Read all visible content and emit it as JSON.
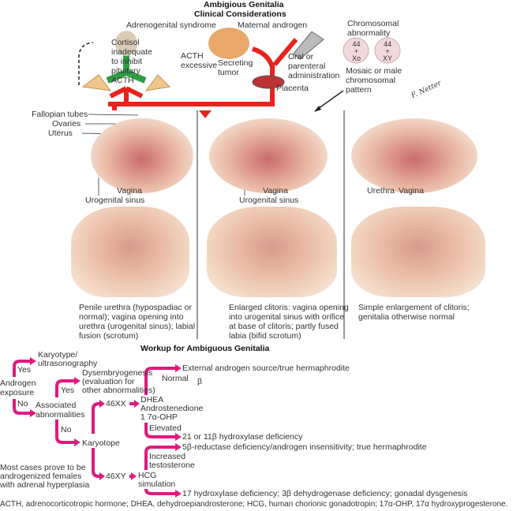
{
  "title": {
    "line1": "Ambigious Genitalia",
    "line2": "Clinical Considerations"
  },
  "top": {
    "adrenogenital": "Adrenogenital syndrome",
    "cortisol": "Cortisol\ninadequate\nto inhibit\npituitary\nACTH",
    "acth": "ACTH\nexcessive",
    "maternal": "Maternal androgen",
    "tumor": "Secreting\ntumor",
    "oral": "Oral or\nparenteral\nadministration",
    "placenta": "Placenta",
    "chromosomal": "Chromosomal\nabnormality",
    "karyo1": "44\n+\nXo",
    "karyo2": "44\n+\nXY",
    "mosaic": "Mosaic or male\nchromosomal\npattern",
    "signature": "F. Netter"
  },
  "anatomy": {
    "col1": {
      "fallopian": "Fallopian tubes",
      "ovaries": "Ovaries",
      "uterus": "Uterus",
      "vagina": "Vagina",
      "sinus": "Urogenital sinus"
    },
    "col2": {
      "vagina": "Vagina",
      "sinus": "Urogenital sinus"
    },
    "col3": {
      "urethra": "Urethra",
      "vagina": "Vagina"
    }
  },
  "captions": [
    "Penile urethra (hypospadiac or\nnormal); vagina opening into\nurethra (urogenital sinus); labial\nfusion (scrotum)",
    "Enlarged clitoris: vagina opening\ninto urogenital sinus with orifice\nat base of clitoris; partly fused\nlabia (bifid scrotum)",
    "Simple enlargement of clitoris;\ngenitalia otherwise normal"
  ],
  "workup": {
    "title": "Workup for Ambiguous Genitalia",
    "androgen": "Androgen\nexposure",
    "yes1": "Yes",
    "no1": "No",
    "karyo_us": "Karyotype/\nultrasonography",
    "assoc": "Associated\nabnormalities",
    "yes2": "Yes",
    "no2": "No",
    "dysemb": "Dysembryogenesis\n(evaluation for\nother abnormalities)",
    "karyotope": "Karyotope",
    "xx": "46XX",
    "xy": "46XY",
    "dhea": "DHEA\nAndrostenedione\n1 7α-OHP",
    "normal": "Normal",
    "elevated": "Elevated",
    "beta": "β",
    "ext": "External androgen source/true hermaphrodite",
    "hydrox21": "21 or 11β hydroxylase deficiency",
    "reductase": "5β-reductase deficiency/androgen insensitivity; true hermaphrodite",
    "increased": "Increased\ntestosterone",
    "hcg": "HCG\nsimulation",
    "hydrox17": "17 hydroxylase deficiency; 3β dehydrogenase deficiency; gonadal dysgenesis",
    "most": "Most cases prove to be\nandrogenized females\nwith adrenal hyperplasia"
  },
  "footnote": "ACTH, adrenocorticotropic hormone; DHEA, dehydroepiandrosterone; HCG, human chorionic gonadotropin; 17α-OHP, 17α hydroxyprogesterone.",
  "colors": {
    "magenta": "#e0197d",
    "red": "#e8221c",
    "green": "#2ea043"
  }
}
